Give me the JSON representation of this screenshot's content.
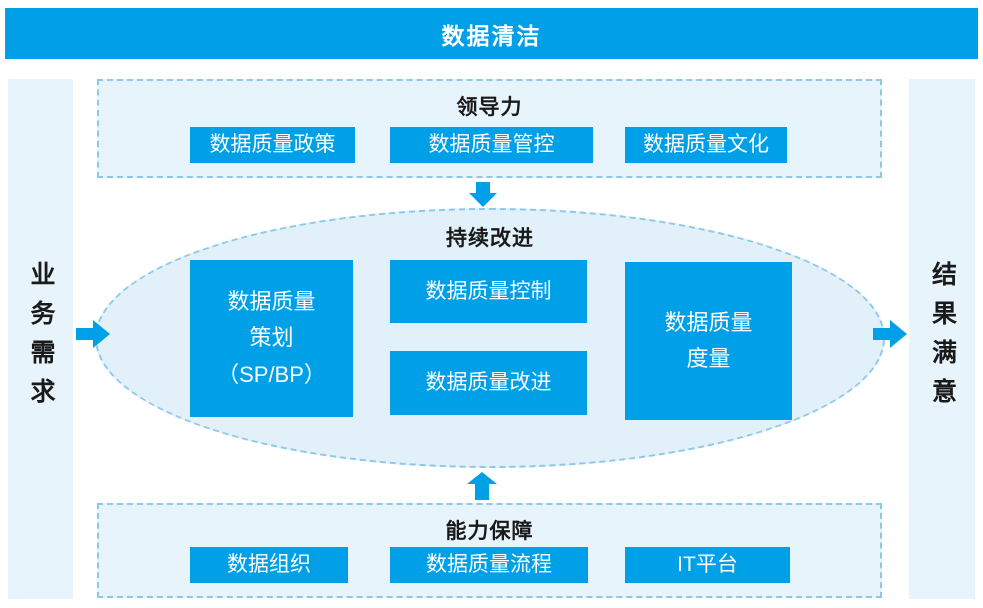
{
  "banner": {
    "title": "数据清洁"
  },
  "left_bar": {
    "label": "业务需求"
  },
  "right_bar": {
    "label": "结果满意"
  },
  "leadership": {
    "title": "领导力",
    "items": [
      "数据质量政策",
      "数据质量管控",
      "数据质量文化"
    ]
  },
  "improvement": {
    "title": "持续改进",
    "planning_lines": [
      "数据质量",
      "策划",
      "（SP/BP）"
    ],
    "control": "数据质量控制",
    "improve": "数据质量改进",
    "measure_lines": [
      "数据质量",
      "度量"
    ]
  },
  "capability": {
    "title": "能力保障",
    "items": [
      "数据组织",
      "数据质量流程",
      "IT平台"
    ]
  },
  "colors": {
    "accent_blue": "#00a0e9",
    "section_bg": "#e8f4fc",
    "ellipse_bg": "#e2f0fa",
    "dashed_border": "#8cc9e9",
    "title_text": "#1a1a1a",
    "box_text": "#ffffff"
  }
}
